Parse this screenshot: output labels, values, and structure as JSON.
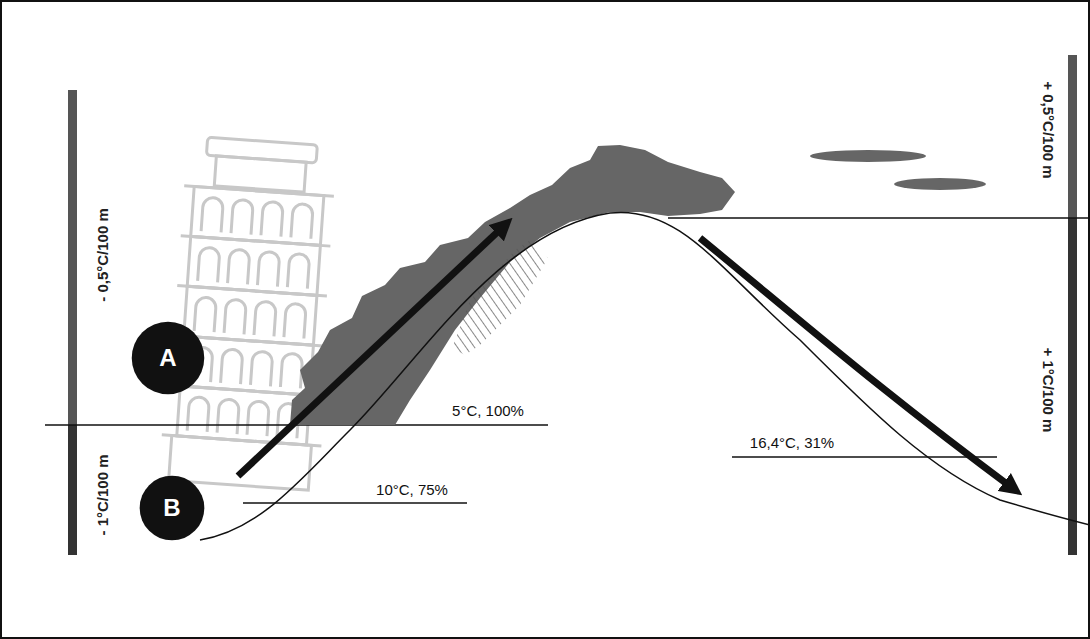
{
  "diagram": {
    "nodes": [
      {
        "text": [
          "A"
        ]
      },
      {
        "text": [
          "B"
        ]
      }
    ],
    "labels": [
      "- 0,5°C/100 m",
      "- 1°C/100 m",
      "+ 0,5°C/100 m",
      "+ 1°C/100 m",
      "5°C, 100%",
      "10°C, 75%",
      "16,4°C, 31%"
    ]
  }
}
